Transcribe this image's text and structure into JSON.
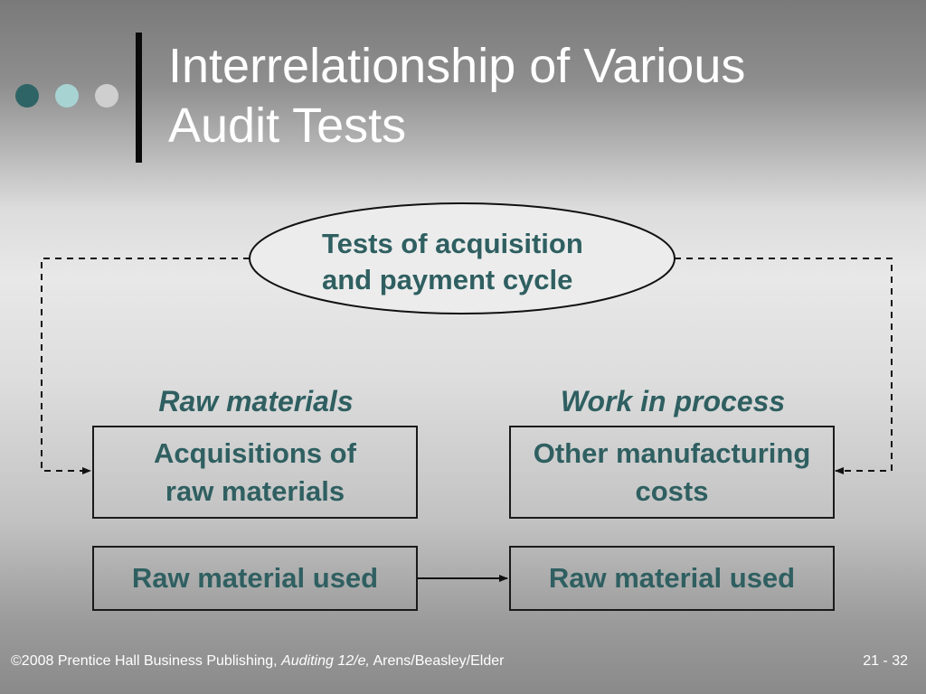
{
  "slide": {
    "title_line1": "Interrelationship of Various",
    "title_line2": "Audit Tests"
  },
  "diagram": {
    "ellipse_line1": "Tests of acquisition",
    "ellipse_line2": "and payment cycle",
    "left_column_label": "Raw materials",
    "right_column_label": "Work in process",
    "left_top_box_line1": "Acquisitions of",
    "left_top_box_line2": "raw materials",
    "right_top_box_line1": "Other manufacturing",
    "right_top_box_line2": "costs",
    "left_bottom_box": "Raw material used",
    "right_bottom_box": "Raw material used"
  },
  "footer": {
    "copyright": "©2008 Prentice Hall Business Publishing,",
    "book_title": "Auditing 12/e,",
    "authors": "Arens/Beasley/Elder",
    "page_number": "21 - 32"
  },
  "colors": {
    "text_teal": "#2f5f61",
    "dot_dark": "#2f6466",
    "dot_light": "#a8d3d3",
    "dot_grey": "#cfcfcf"
  }
}
